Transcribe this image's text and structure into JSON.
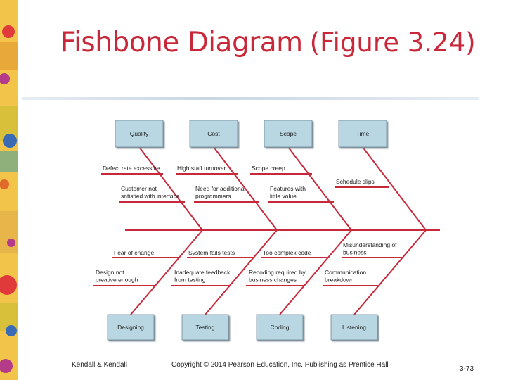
{
  "slide": {
    "title": "Fishbone Diagram",
    "figure_ref": "(Figure 3.24)"
  },
  "diagram": {
    "categories_top": [
      "Quality",
      "Cost",
      "Scope",
      "Time"
    ],
    "categories_bottom": [
      "Designing",
      "Testing",
      "Coding",
      "Listening"
    ],
    "causes_top": [
      [
        "Defect rate excessive"
      ],
      [
        "High staff turnover"
      ],
      [
        "Scope creep"
      ],
      [
        "Schedule slips"
      ],
      [
        "Customer not",
        "satisfied with interface"
      ],
      [
        "Need for additional",
        "programmers"
      ],
      [
        "Features with",
        "little value"
      ]
    ],
    "causes_bottom": [
      [
        "Fear of change"
      ],
      [
        "System fails tests"
      ],
      [
        "Too complex code"
      ],
      [
        "Misunderstanding of",
        "business"
      ],
      [
        "Design not",
        "creative enough"
      ],
      [
        "Inadequate feedback",
        "from testing"
      ],
      [
        "Recoding required by",
        "business changes"
      ],
      [
        "Communication",
        "breakdown"
      ]
    ],
    "colors": {
      "bone": "#c8293a",
      "box_fill": "#b9d7e3",
      "box_shadow": "#8a9ba5"
    }
  },
  "footer": {
    "left": "Kendall & Kendall",
    "center": "Copyright © 2014 Pearson Education, Inc. Publishing as Prentice Hall",
    "page": "3-73"
  }
}
